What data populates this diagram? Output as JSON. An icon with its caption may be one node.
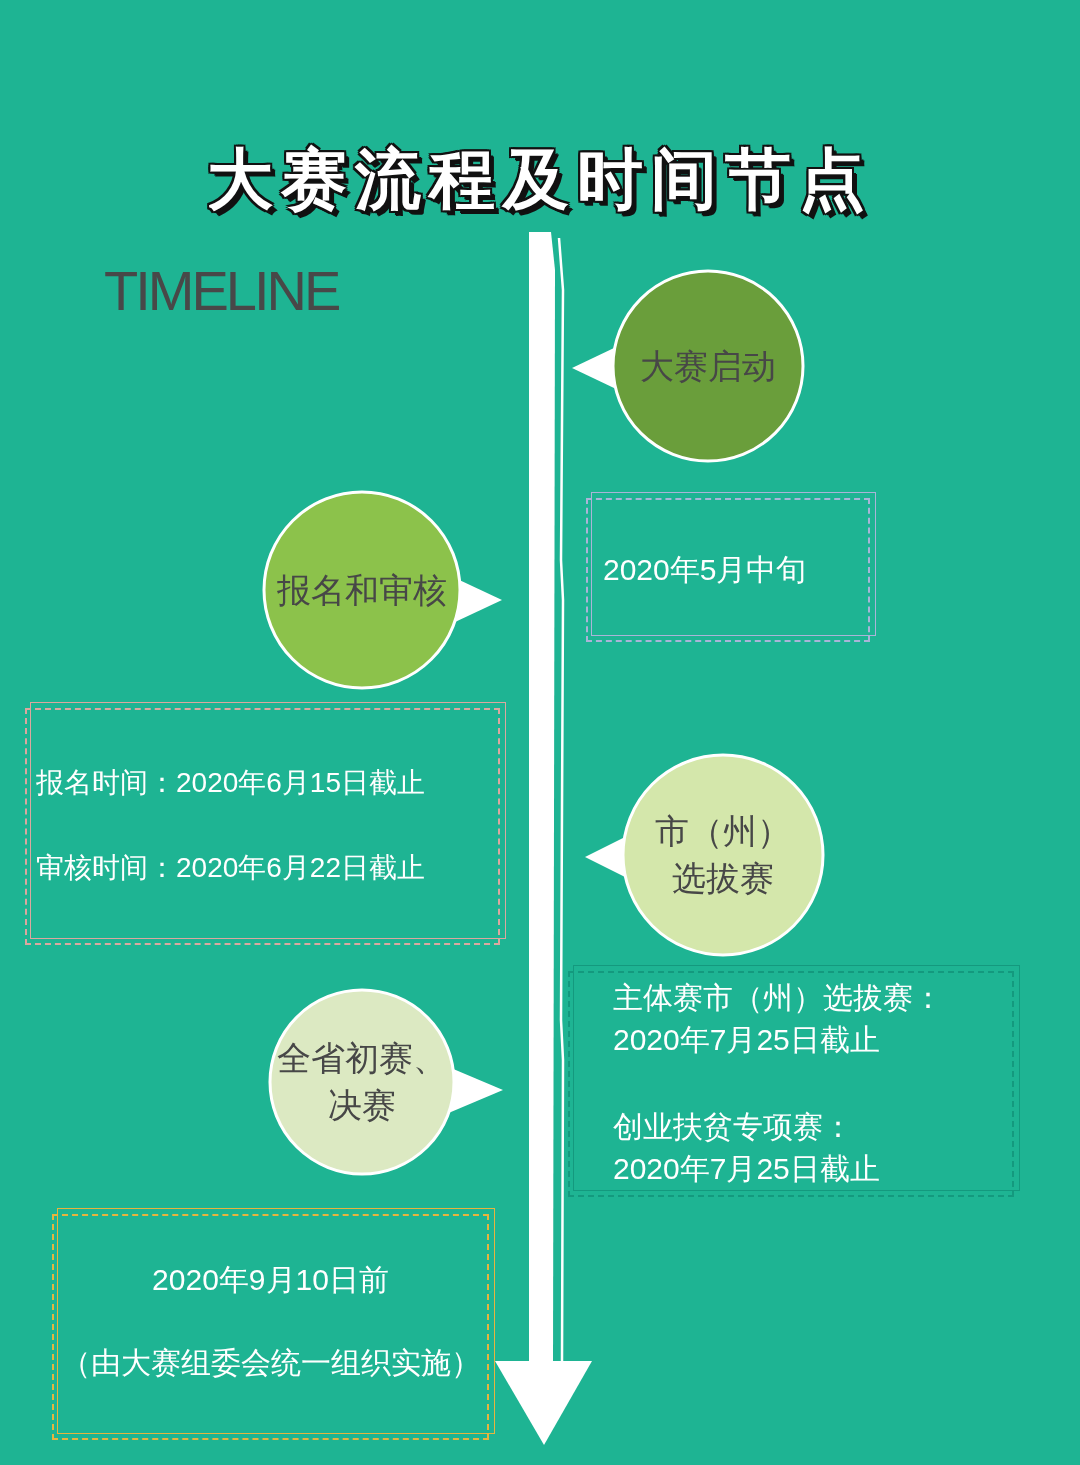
{
  "diagram": {
    "title": "大赛流程及时间节点",
    "nodes": [
      {
        "text": [
          "大赛启动"
        ]
      },
      {
        "text": [
          "2020年5月中旬"
        ]
      },
      {
        "text": [
          "报名和审核"
        ]
      },
      {
        "text": [
          "报名时间：2020年6月15日截止",
          "审核时间：2020年6月22日截止"
        ]
      },
      {
        "text": [
          "市（州）选拔赛"
        ]
      },
      {
        "text": [
          "主体赛市（州）选拔赛：2020年7月25日截止",
          "创业扶贫专项赛：2020年7月25日截止"
        ]
      },
      {
        "text": [
          "全省初赛、决赛"
        ]
      },
      {
        "text": [
          "2020年9月10日前",
          "（由大赛组委会统一组织实施）"
        ]
      }
    ],
    "labels": [
      "TIMELINE"
    ]
  }
}
